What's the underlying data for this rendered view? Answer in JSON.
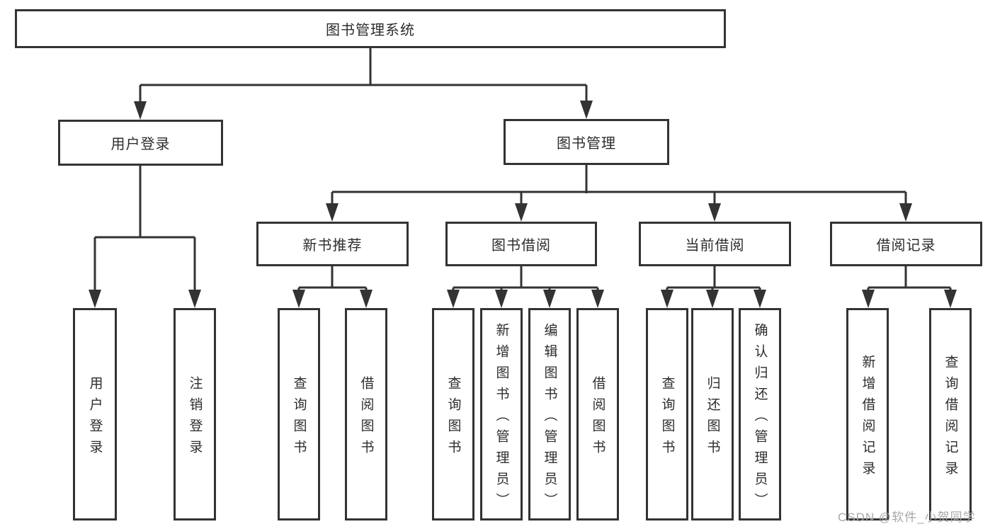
{
  "tree": {
    "root": {
      "label": "图书管理系统"
    },
    "branches": [
      {
        "label": "用户登录",
        "leaves": [
          {
            "label": "用户登录"
          },
          {
            "label": "注销登录"
          }
        ]
      },
      {
        "label": "图书管理",
        "groups": [
          {
            "label": "新书推荐",
            "leaves": [
              {
                "label": "查询图书"
              },
              {
                "label": "借阅图书"
              }
            ]
          },
          {
            "label": "图书借阅",
            "leaves": [
              {
                "label": "查询图书"
              },
              {
                "label": "新增图书（管理员）"
              },
              {
                "label": "编辑图书（管理员）"
              },
              {
                "label": "借阅图书"
              }
            ]
          },
          {
            "label": "当前借阅",
            "leaves": [
              {
                "label": "查询图书"
              },
              {
                "label": "归还图书"
              },
              {
                "label": "确认归还（管理员）"
              }
            ]
          },
          {
            "label": "借阅记录",
            "leaves": [
              {
                "label": "新增借阅记录"
              },
              {
                "label": "查询借阅记录"
              }
            ]
          }
        ]
      }
    ]
  },
  "watermark": {
    "text": "CSDN @软件_小贺同学"
  },
  "colors": {
    "line": "#333333",
    "box_background": "#ffffff",
    "page_background": "#ffffff",
    "watermark_text": "#a8a8a8"
  }
}
